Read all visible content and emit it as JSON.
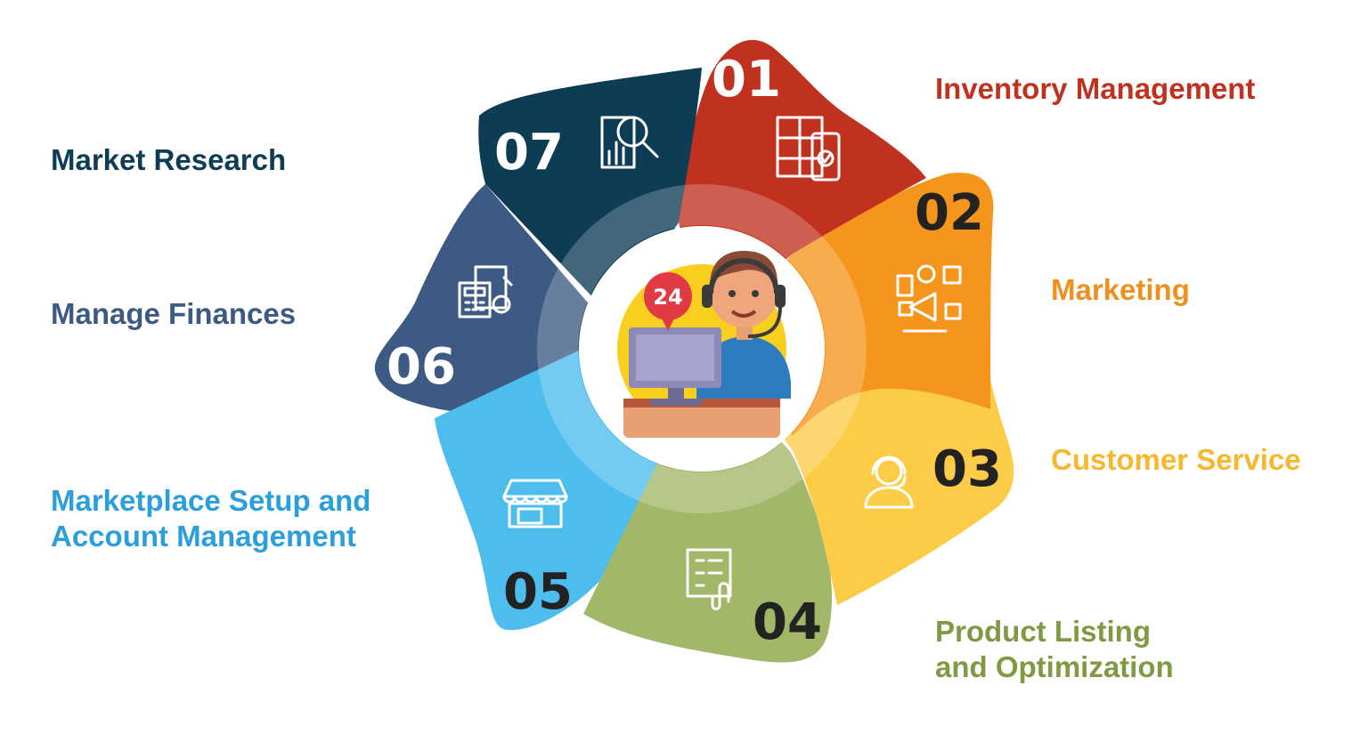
{
  "steps": [
    {
      "number": "01",
      "title": "Inventory Management",
      "title_lines": [
        "Inventory Management"
      ],
      "color": "#c1311f",
      "icon": "inventory-phone-checklist-icon"
    },
    {
      "number": "02",
      "title": "Marketing",
      "title_lines": [
        "Marketing"
      ],
      "color": "#f0901c",
      "icon": "megaphone-social-media-icon"
    },
    {
      "number": "03",
      "title": "Customer Service",
      "title_lines": [
        "Customer Service"
      ],
      "color": "#f5b82e",
      "icon": "headset-agent-icon"
    },
    {
      "number": "04",
      "title": "Product Listing and Optimization",
      "title_lines": [
        "Product Listing",
        "and Optimization"
      ],
      "color": "#7f9a43",
      "icon": "listing-scroll-checklist-icon"
    },
    {
      "number": "05",
      "title": "Marketplace Setup and Account Management",
      "title_lines": [
        "Marketplace Setup and",
        "Account Management"
      ],
      "color": "#2b9fdb",
      "icon": "storefront-icon"
    },
    {
      "number": "06",
      "title": "Manage Finances",
      "title_lines": [
        "Manage Finances"
      ],
      "color": "#3d5a84",
      "icon": "calculator-invoice-icon"
    },
    {
      "number": "07",
      "title": "Market Research",
      "title_lines": [
        "Market Research"
      ],
      "color": "#0d3c55",
      "icon": "magnifier-bar-chart-icon"
    }
  ],
  "center": {
    "badge": "24",
    "icon": "support-agent-24-7-icon"
  }
}
